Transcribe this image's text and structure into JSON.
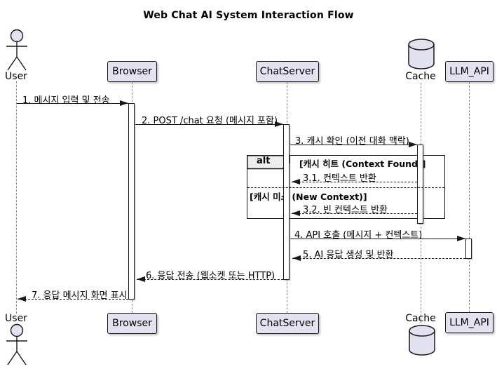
{
  "title": "Web Chat AI System Interaction Flow",
  "participants": {
    "user": {
      "label": "User",
      "kind": "actor"
    },
    "browser": {
      "label": "Browser",
      "kind": "participant"
    },
    "chatserver": {
      "label": "ChatServer",
      "kind": "participant"
    },
    "cache": {
      "label": "Cache",
      "kind": "database"
    },
    "llm_api": {
      "label": "LLM_API",
      "kind": "participant"
    }
  },
  "fragment": {
    "operator": "alt",
    "guard_hit": "[캐시 히트 (Context Found)]",
    "guard_miss": "[캐시 미스 (New Context)]"
  },
  "messages": [
    {
      "label": "1. 메시지 입력 및 전송",
      "from": "User",
      "to": "Browser",
      "line": "solid"
    },
    {
      "label": "2. POST /chat 요청 (메시지 포함)",
      "from": "Browser",
      "to": "ChatServer",
      "line": "solid"
    },
    {
      "label": "3. 캐시 확인 (이전 대화 맥락)",
      "from": "ChatServer",
      "to": "Cache",
      "line": "solid"
    },
    {
      "label": "3.1. 컨텍스트 반환",
      "from": "Cache",
      "to": "ChatServer",
      "line": "dashed"
    },
    {
      "label": "3.2. 빈 컨텍스트 반환",
      "from": "Cache",
      "to": "ChatServer",
      "line": "dashed"
    },
    {
      "label": "4. API 호출 (메시지 + 컨텍스트)",
      "from": "ChatServer",
      "to": "LLM_API",
      "line": "solid"
    },
    {
      "label": "5. AI 응답 생성 및 반환",
      "from": "LLM_API",
      "to": "ChatServer",
      "line": "dashed"
    },
    {
      "label": "6. 응답 전송 (웹소켓 또는 HTTP)",
      "from": "ChatServer",
      "to": "Browser",
      "line": "dashed"
    },
    {
      "label": "7. 응답 메시지 화면 표시",
      "from": "Browser",
      "to": "User",
      "line": "dashed"
    }
  ],
  "colors": {
    "background": "#FFFFFF",
    "participant_fill": "#E2E2F0",
    "border": "#181818",
    "lifeline": "#888888",
    "fragment_header_fill": "#EEEEEE",
    "text": "#000000"
  }
}
